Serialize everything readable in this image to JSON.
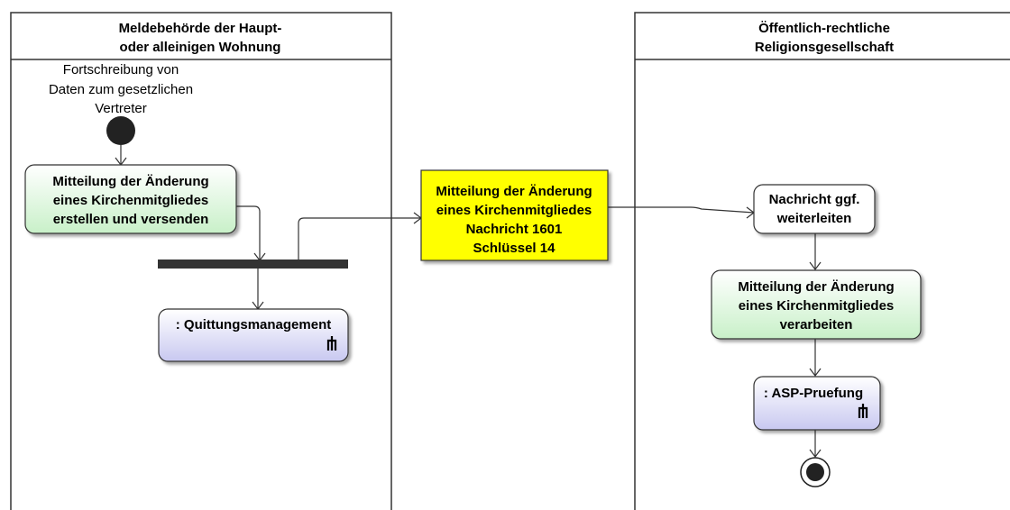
{
  "lanes": {
    "left": {
      "title_line1": "Meldebehörde der Haupt-",
      "title_line2": "oder alleinigen Wohnung"
    },
    "right": {
      "title_line1": "Öffentlich-rechtliche",
      "title_line2": "Religionsgesellschaft"
    }
  },
  "start_label": {
    "line1": "Fortschreibung von",
    "line2": "Daten zum gesetzlichen",
    "line3": "Vertreter"
  },
  "actions": {
    "create_send": {
      "line1": "Mitteilung der Änderung",
      "line2": "eines Kirchenmitgliedes",
      "line3": "erstellen und versenden"
    },
    "receipt": {
      "label": ": Quittungsmanagement"
    },
    "message": {
      "line1": "Mitteilung der Änderung",
      "line2": "eines Kirchenmitgliedes",
      "line3": "Nachricht 1601",
      "line4": "Schlüssel 14"
    },
    "forward": {
      "line1": "Nachricht ggf.",
      "line2": "weiterleiten"
    },
    "process": {
      "line1": "Mitteilung der Änderung",
      "line2": "eines Kirchenmitgliedes",
      "line3": "verarbeiten"
    },
    "asp": {
      "label": ": ASP-Pruefung"
    }
  },
  "colors": {
    "action_green_top": "#ffffff",
    "action_green_bottom": "#c8f0c8",
    "activity_purple_top": "#ffffff",
    "activity_purple_bottom": "#c8c8f0",
    "object_yellow": "#ffff00",
    "fork_bar": "#333333"
  }
}
